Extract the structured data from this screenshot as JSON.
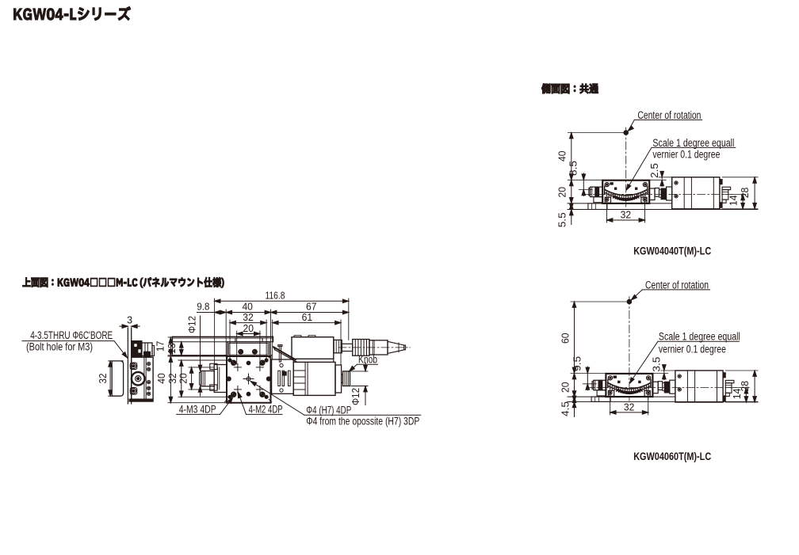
{
  "title": "KGW04-Lシリーズ",
  "top_view": {
    "label": "上面図：KGW04□□□M-LC (パネルマウント仕様)",
    "dims": {
      "overall_width": "116.8",
      "offset_left": "9.8",
      "stage_width": "40",
      "body_right": "67",
      "pattern_32": "32",
      "body_61": "61",
      "pattern_20": "20",
      "height_17": "17",
      "height_13": "13",
      "stage_height": "40",
      "pattern_v32": "32",
      "pattern_v20": "20",
      "end_plate_thickness": "3",
      "end_plate_height": "32",
      "knob_dia_left": "Φ12",
      "knob_dia_right": "Φ12"
    },
    "callouts": {
      "bolt_hole_1": "4-3.5THRU Φ6C'BORE",
      "bolt_hole_2": "(Bolt hole for M3)",
      "m3_holes": "4-M3 4DP",
      "m2_holes": "4-M2 4DP",
      "center_hole_1": "Φ4 (H7) 4DP",
      "center_hole_2": "Φ4 from the opossite (H7) 3DP",
      "knob": "Knob"
    }
  },
  "side_views": {
    "label": "側面図：共通",
    "views": [
      {
        "model": "KGW04040T(M)-LC",
        "callouts": {
          "center_of_rotation": "Center of rotation",
          "scale_1": "Scale 1 degree equall",
          "scale_2": "vernier 0.1 degree"
        },
        "dims": {
          "center_height": "40",
          "scale_offset": "8.5",
          "body_height": "20",
          "base_height": "5.5",
          "block_step": "2.5",
          "feet_span": "32",
          "axis_height": "14",
          "block_height": "28"
        }
      },
      {
        "model": "KGW04060T(M)-LC",
        "callouts": {
          "center_of_rotation": "Center of rotation",
          "scale_1": "Scale 1 degree equall",
          "scale_2": "vernier 0.1 degree"
        },
        "dims": {
          "center_height": "60",
          "scale_offset": "9.5",
          "body_height": "20",
          "base_height": "4.5",
          "block_step": "3.5",
          "feet_span": "32",
          "axis_height": "14",
          "block_height": "28"
        }
      }
    ]
  }
}
